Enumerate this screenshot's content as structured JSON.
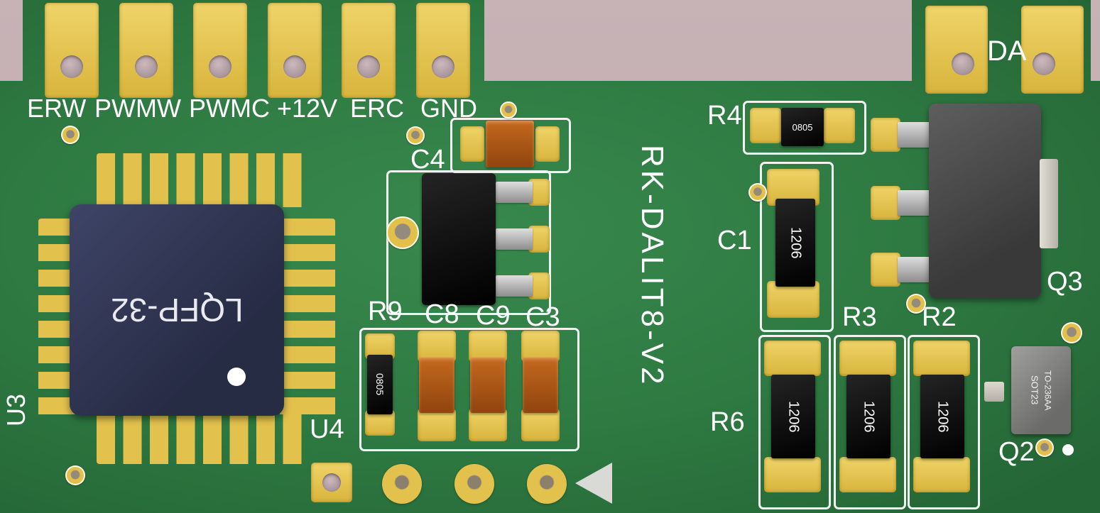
{
  "colors": {
    "background": "#c3afb3",
    "board_green": "#2e7a42",
    "pad_gold": "#e2c04a",
    "silkscreen": "#ffffff",
    "capacitor_orange": "#b05a1e"
  },
  "board": {
    "name": "RK-DALIT8-V2"
  },
  "connectors": {
    "labels": [
      "ERW",
      "PWMW",
      "PWMC",
      "+12V",
      "ERC",
      "GND"
    ],
    "da_label": "DA"
  },
  "ics": {
    "u3_ref": "U3",
    "u3_package": "LQFP-32",
    "u4_ref": "U4"
  },
  "passives": {
    "c4_ref": "C4",
    "r9_ref": "R9",
    "c8_ref": "C8",
    "c9_ref": "C9",
    "c3_ref": "C3",
    "r4_ref": "R4",
    "c1_ref": "C1",
    "r3_ref": "R3",
    "r2_ref": "R2",
    "r6_ref": "R6",
    "r9_size": "0805",
    "r4_size": "0805",
    "c1_size": "1206",
    "r6_size": "1206",
    "r3_size": "1206",
    "r2_size": "1206"
  },
  "transistors": {
    "q3_ref": "Q3",
    "q2_ref": "Q2",
    "q2_package_line1": "SOT23",
    "q2_package_line2": "TO-236AA"
  }
}
